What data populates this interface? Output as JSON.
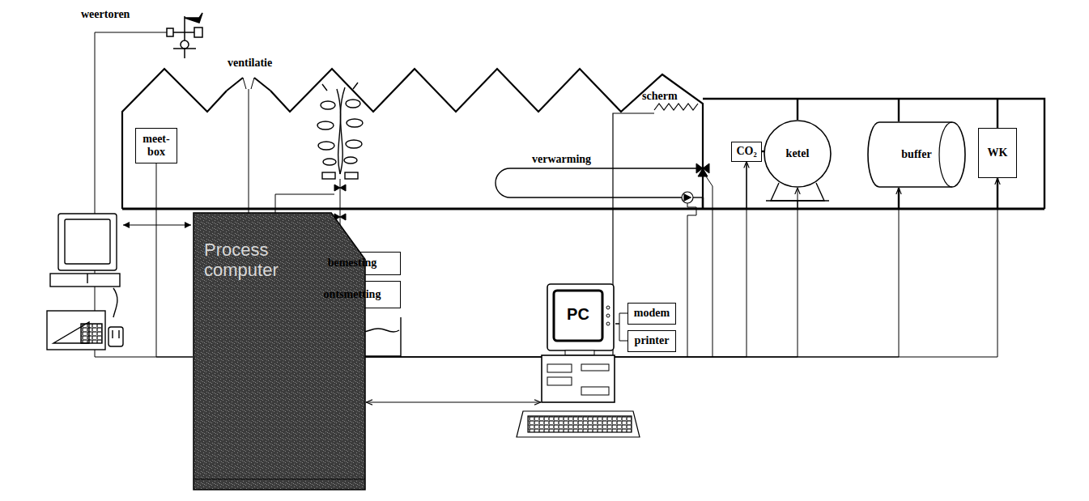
{
  "diagram": {
    "nodes": [
      {
        "text": [
          "meet- box"
        ]
      },
      {
        "text": [
          "CO₂"
        ]
      },
      {
        "text": [
          "ketel"
        ]
      },
      {
        "text": [
          "buffer"
        ]
      },
      {
        "text": [
          "WK"
        ]
      },
      {
        "text": [
          "bemesting"
        ]
      },
      {
        "text": [
          "ontsmetting"
        ]
      },
      {
        "text": [
          "Process computer"
        ]
      },
      {
        "text": [
          "PC"
        ]
      },
      {
        "text": [
          "modem"
        ]
      },
      {
        "text": [
          "printer"
        ]
      }
    ],
    "edges": [
      {
        "from": 7,
        "to": 0,
        "arrow": "none"
      },
      {
        "from": 7,
        "to": 5,
        "arrow": "to"
      },
      {
        "from": 7,
        "to": 6,
        "arrow": "to"
      },
      {
        "from": 7,
        "to": 1,
        "arrow": "to"
      },
      {
        "from": 7,
        "to": 2,
        "arrow": "to"
      },
      {
        "from": 7,
        "to": 3,
        "arrow": "to"
      },
      {
        "from": 7,
        "to": 4,
        "arrow": "to"
      },
      {
        "from": 7,
        "to": 8,
        "arrow": "both"
      },
      {
        "from": 8,
        "to": 9,
        "arrow": "none"
      },
      {
        "from": 8,
        "to": 10,
        "arrow": "none"
      }
    ],
    "labels": [
      "weertoren",
      "ventilatie",
      "scherm",
      "verwarming"
    ]
  }
}
